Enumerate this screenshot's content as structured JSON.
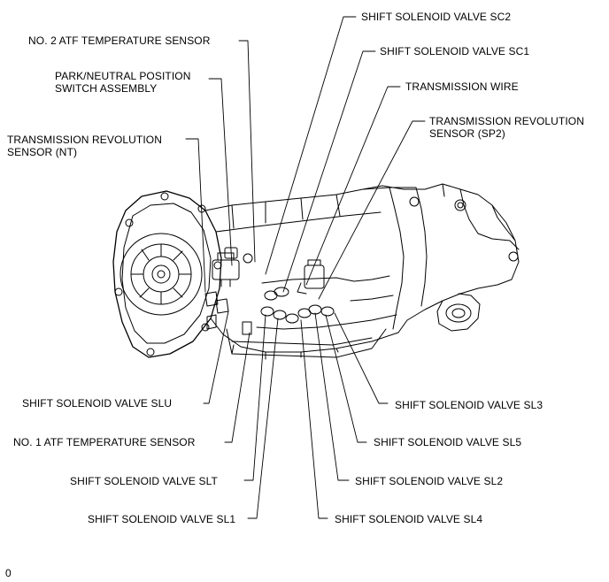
{
  "labels": {
    "sc2": "SHIFT SOLENOID VALVE SC2",
    "sc1": "SHIFT SOLENOID VALVE SC1",
    "wire": "TRANSMISSION WIRE",
    "sp2_1": "TRANSMISSION REVOLUTION",
    "sp2_2": "SENSOR (SP2)",
    "atf2": "NO. 2 ATF TEMPERATURE SENSOR",
    "pnp_1": "PARK/NEUTRAL POSITION",
    "pnp_2": "SWITCH ASSEMBLY",
    "nt_1": "TRANSMISSION REVOLUTION",
    "nt_2": "SENSOR (NT)",
    "slu": "SHIFT SOLENOID VALVE SLU",
    "sl3": "SHIFT SOLENOID VALVE SL3",
    "atf1": "NO. 1 ATF TEMPERATURE SENSOR",
    "sl5": "SHIFT SOLENOID VALVE SL5",
    "slt": "SHIFT SOLENOID VALVE SLT",
    "sl2": "SHIFT SOLENOID VALVE SL2",
    "sl1": "SHIFT SOLENOID VALVE SL1",
    "sl4": "SHIFT SOLENOID VALVE SL4"
  },
  "figure_code": "0"
}
